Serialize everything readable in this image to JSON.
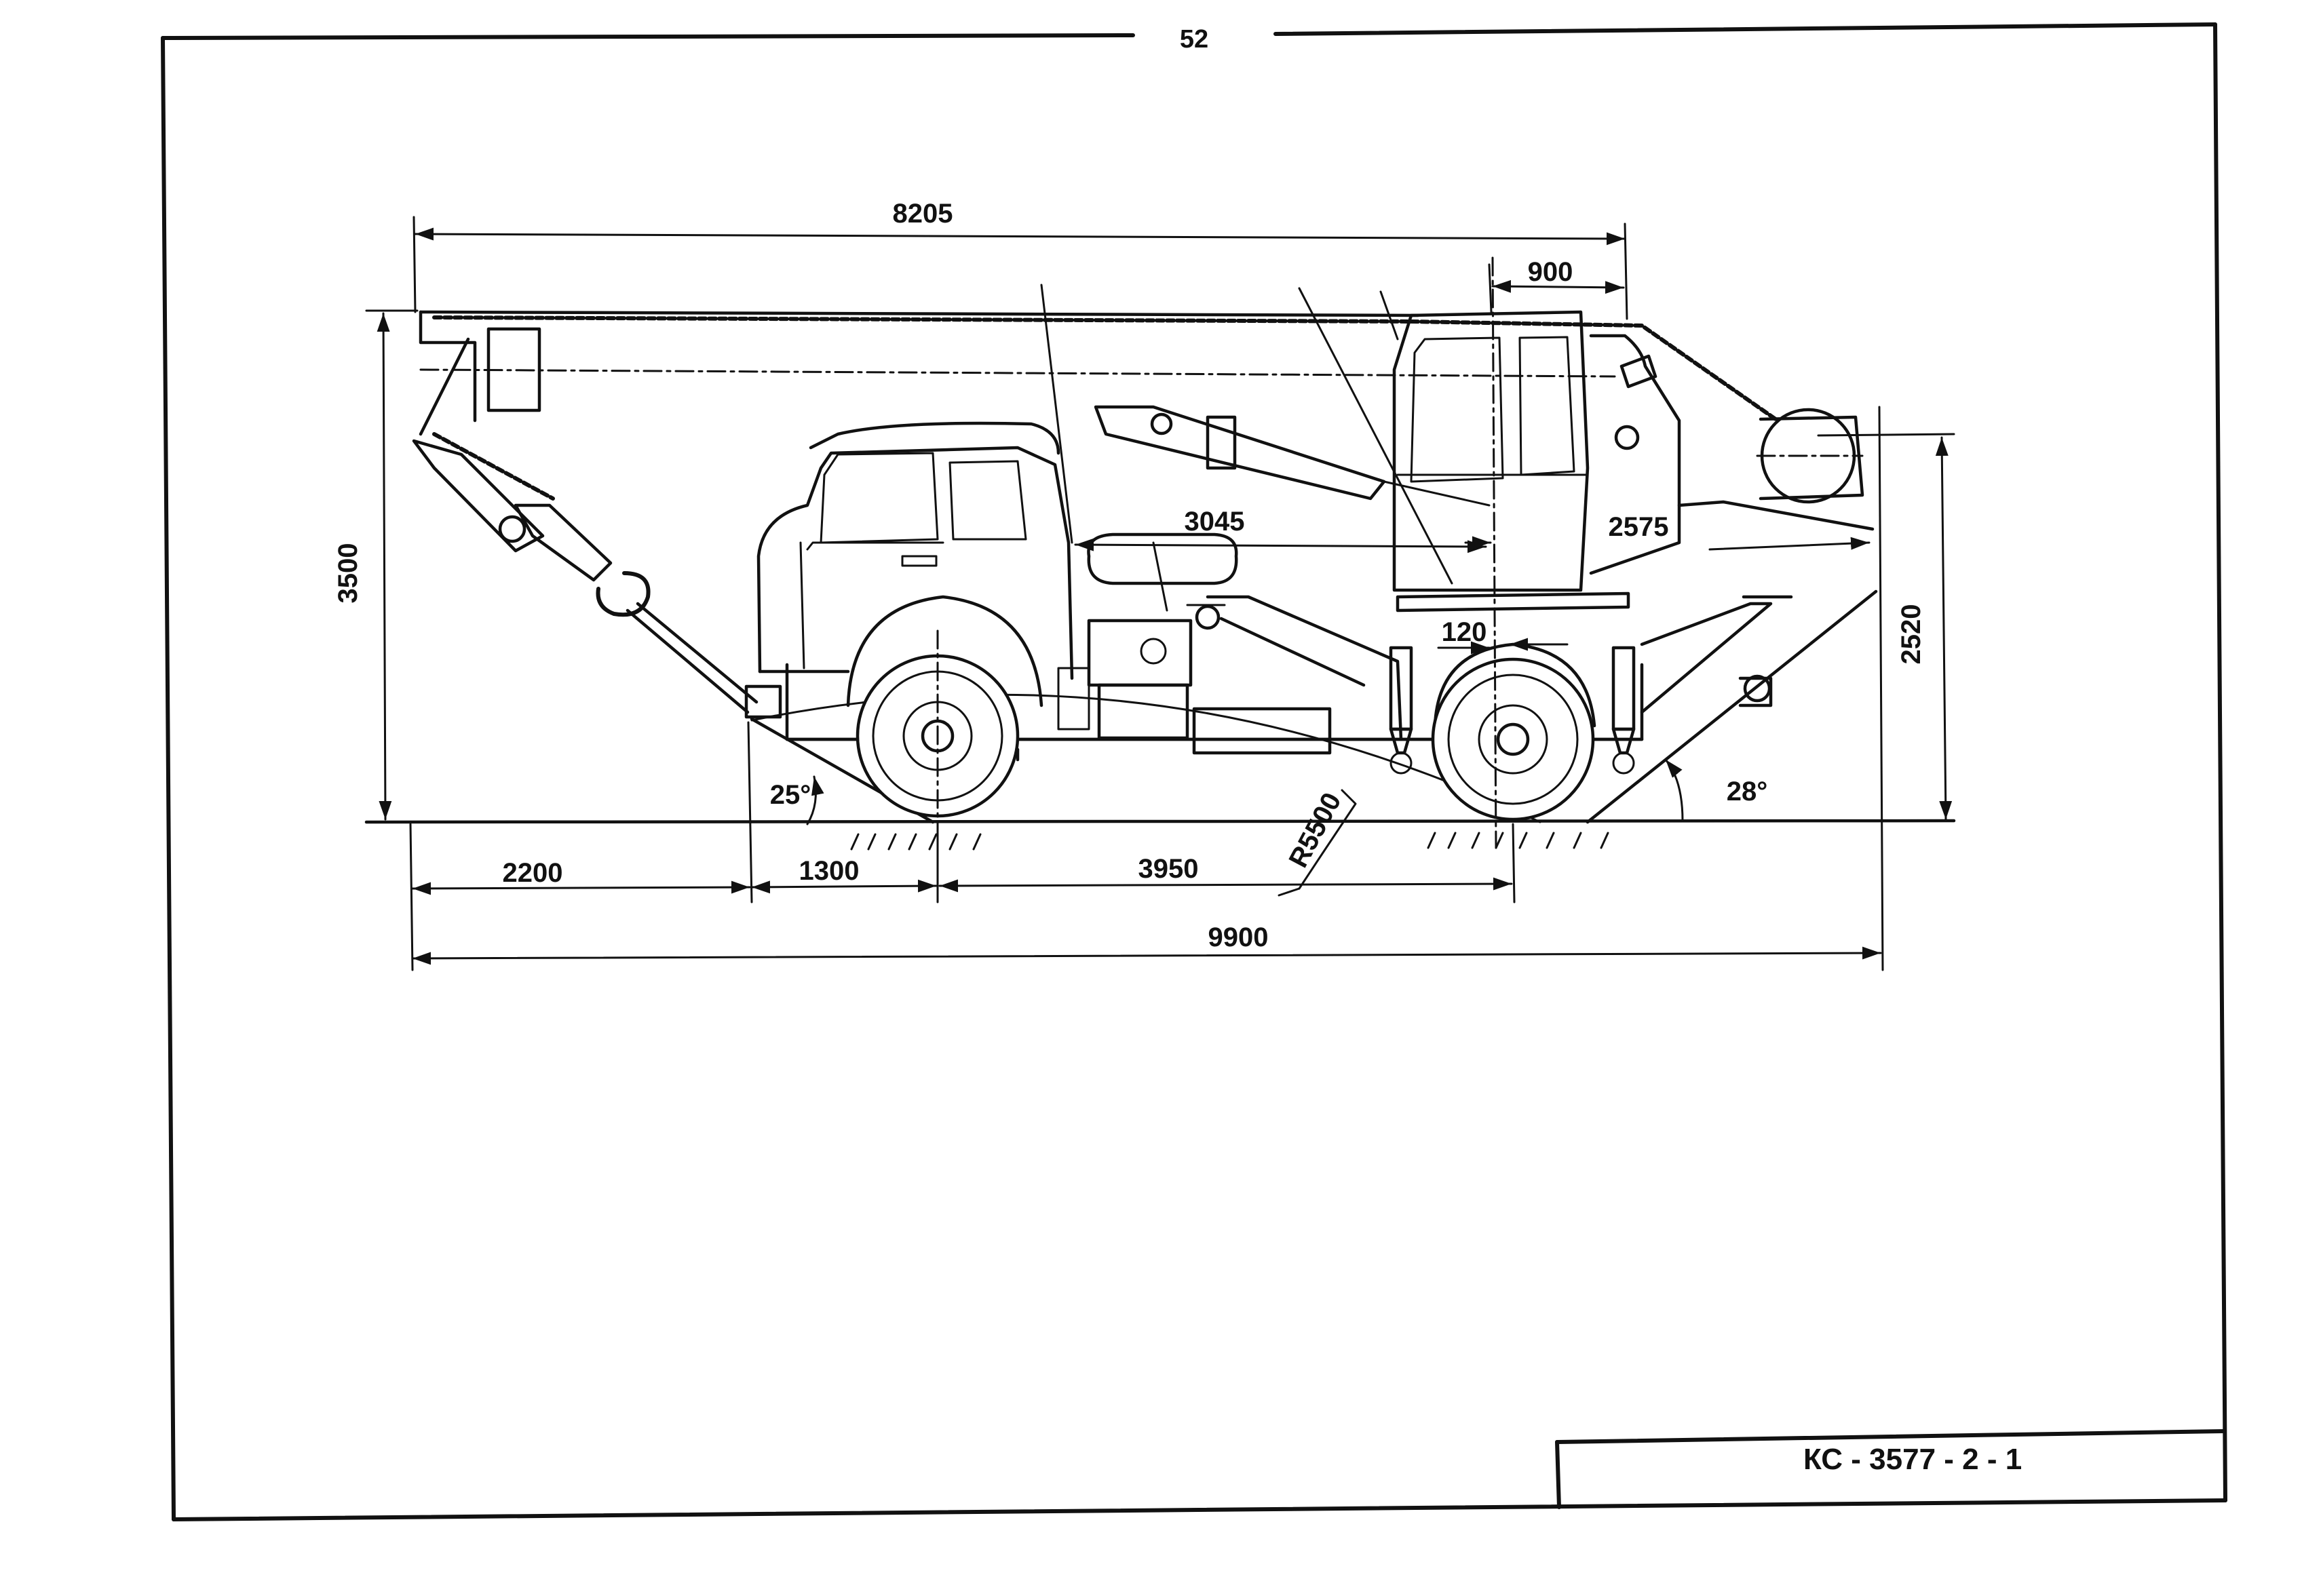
{
  "page_number": "52",
  "document_code": "КС - 3577 - 2 - 1",
  "dimensions": {
    "boom_length": "8205",
    "cab_offset": "900",
    "height_overall": "3500",
    "height_pivot": "2520",
    "cab_to_turntable": "3045",
    "rear_radius": "2575",
    "pivot_offset": "120",
    "front_overhang": "2200",
    "front_to_axle": "1300",
    "wheelbase": "3950",
    "length_overall": "9900",
    "clearance_radius": "R5500",
    "approach_angle": "25°",
    "departure_angle": "28°"
  },
  "colors": {
    "line": "#111111",
    "paper": "#ffffff"
  }
}
